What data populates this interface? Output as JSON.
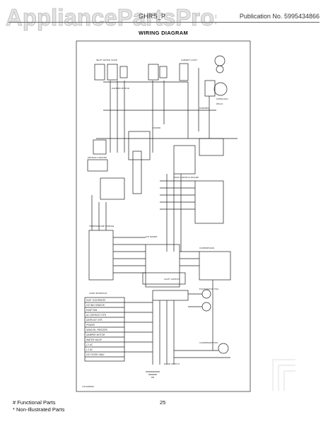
{
  "watermark": {
    "text": "AppliancePartsPros.com"
  },
  "header": {
    "model": "GHRS_P",
    "publication": "Publication No. 5995434866"
  },
  "title": "WIRING DIAGRAM",
  "footer": {
    "functional_parts": "# Functional Parts",
    "non_illustrated": "* Non-Illustrated Parts",
    "page_number": "25"
  },
  "diagram": {
    "part_code": "241908600",
    "labels": [
      "INLET WATER VALVE",
      "DAMPER MOTOR",
      "EVAPORATOR FAN",
      "HARNESS",
      "POWER",
      "MAIN CONTROL BOARD",
      "DEFROST HEATER",
      "COMPRESSOR",
      "CONDENSER FAN",
      "ICE MAKER",
      "TEMPERATURE SENSOR",
      "LIGHT SWITCH",
      "DOOR SWITCH",
      "USER INTERFACE",
      "CABINET LIGHT",
      "OVERLOAD",
      "RELAY"
    ],
    "table_rows": [
      "FAST ICE/FREEZE",
      "ICE BIN SENSOR",
      "EVAP FAN",
      "AC DEFROST HTR",
      "DEFROST HTR",
      "POWER",
      "SENSOR, FREEZER",
      "DAMPER MOTOR",
      "WATER VALVE",
      "J-2 AC",
      "J-3 AC",
      "ICE FILTER ONLY"
    ]
  }
}
